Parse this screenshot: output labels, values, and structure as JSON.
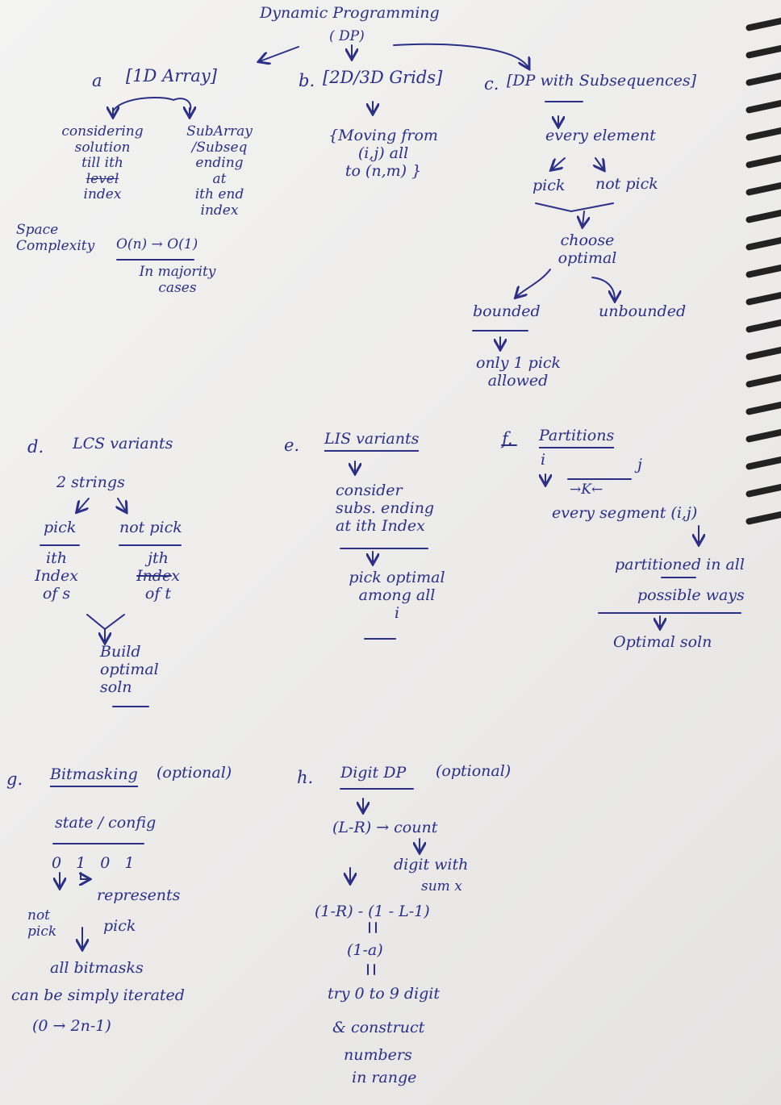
{
  "header": {
    "title": "Dynamic Programming",
    "subtitle": "( DP)"
  },
  "a": {
    "label": "a",
    "title": "[1D Array]",
    "left": [
      "considering",
      "solution",
      "till ith",
      "level",
      "index"
    ],
    "right": [
      "SubArray",
      "/Subseq",
      "ending",
      "at",
      "ith end",
      "index"
    ],
    "space_label": [
      "Space",
      "Complexity"
    ],
    "space_value": "O(n) → O(1)",
    "space_note": [
      "In majority",
      "cases"
    ]
  },
  "b": {
    "label": "b.",
    "title": "[2D/3D Grids]",
    "body": [
      "{Moving from",
      "(i,j) all",
      "to (n,m) }"
    ]
  },
  "c": {
    "label": "c.",
    "title": "[DP with Subsequences]",
    "every": "every element",
    "pick": "pick",
    "not_pick": "not pick",
    "choose": [
      "choose",
      "optimal"
    ],
    "bounded": "bounded",
    "unbounded": "unbounded",
    "only": [
      "only 1 pick",
      "allowed"
    ]
  },
  "d": {
    "label": "d.",
    "title": "LCS variants",
    "strings": "2 strings",
    "pick": "pick",
    "not_pick": "not pick",
    "left": [
      "ith",
      "Index",
      "of s"
    ],
    "right": [
      "jth",
      "Index",
      "of t"
    ],
    "build": [
      "Build",
      "optimal",
      "soln"
    ]
  },
  "e": {
    "label": "e.",
    "title": "LIS variants",
    "body": [
      "consider",
      "subs. ending",
      "at ith Index"
    ],
    "pick": [
      "pick optimal",
      "among all",
      "i"
    ]
  },
  "f": {
    "label": "f.",
    "title": "Partitions",
    "i": "i",
    "j": "j",
    "k": "→K←",
    "every": "every segment (i,j)",
    "partitioned": "partitioned in all",
    "possible": "possible ways",
    "optimal": "Optimal soln"
  },
  "g": {
    "label": "g.",
    "title": "Bitmasking",
    "optional": "(optional)",
    "state": "state / config",
    "bits": "0 1 0 1",
    "represents": "represents",
    "not_pick": [
      "not",
      "pick"
    ],
    "pick": "pick",
    "all": "all bitmasks",
    "iterated": "can be simply iterated",
    "range": "(0 → 2n-1)"
  },
  "h": {
    "label": "h.",
    "title": "Digit DP",
    "optional": "(optional)",
    "count": "(L-R) → count",
    "digit_with": "digit with",
    "sumx": "sum x",
    "formula1": "(1-R) - (1 - L-1)",
    "formula2": "(1-a)",
    "try": "try 0 to 9 digit",
    "construct": "& construct",
    "numbers": "numbers",
    "range": "in range"
  }
}
